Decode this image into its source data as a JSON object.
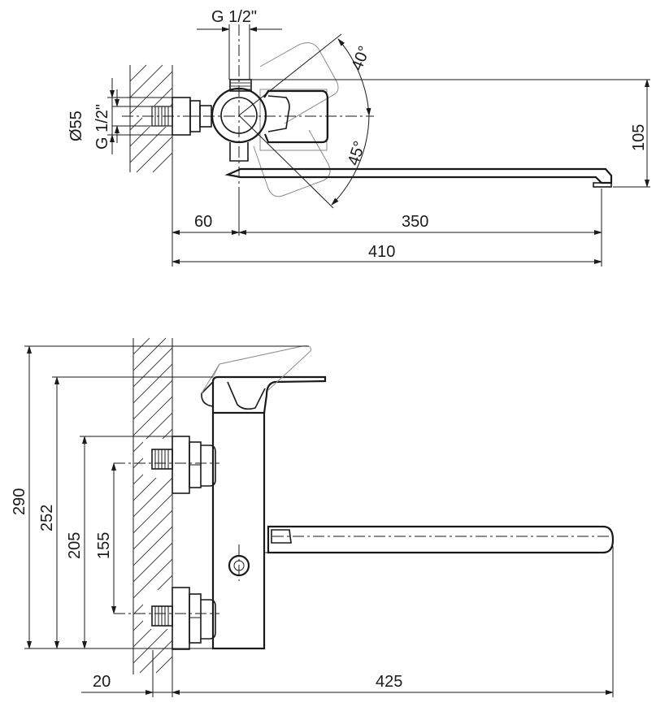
{
  "top_view": {
    "thread_label": "G 1/2\"",
    "angle_upper": "40°",
    "angle_lower": "45°",
    "pipe_diameter": "Ø55",
    "pipe_thread": "G 1/2\"",
    "height_dim": "105",
    "dim_wall_offset": "60",
    "dim_spout_length": "350",
    "dim_total_length": "410"
  },
  "front_view": {
    "dim_total_height": "290",
    "dim_lever_height": "252",
    "dim_body_height": "205",
    "dim_inlet_spacing": "155",
    "dim_wall_gap": "20",
    "dim_spout_reach": "425"
  }
}
